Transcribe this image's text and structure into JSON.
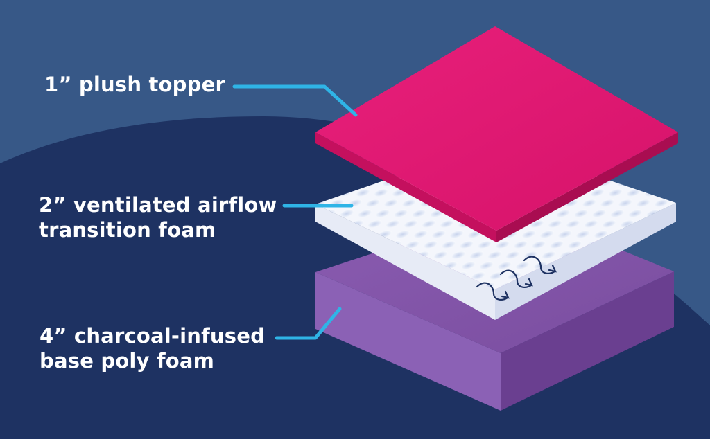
{
  "layers": [
    {
      "id": "topper",
      "label_lines": [
        "1” plush topper"
      ],
      "color": "#e2166f"
    },
    {
      "id": "airflow",
      "label_lines": [
        "2” ventilated airflow",
        "transition foam"
      ],
      "color": "#f3f5fb"
    },
    {
      "id": "base",
      "label_lines": [
        "4” charcoal-infused",
        "base poly foam"
      ],
      "color": "#7a4f9f"
    }
  ],
  "colors": {
    "background_light": "#375887",
    "background_dark": "#1e3262",
    "leader_line": "#2fb4e6",
    "label_text": "#ffffff"
  }
}
